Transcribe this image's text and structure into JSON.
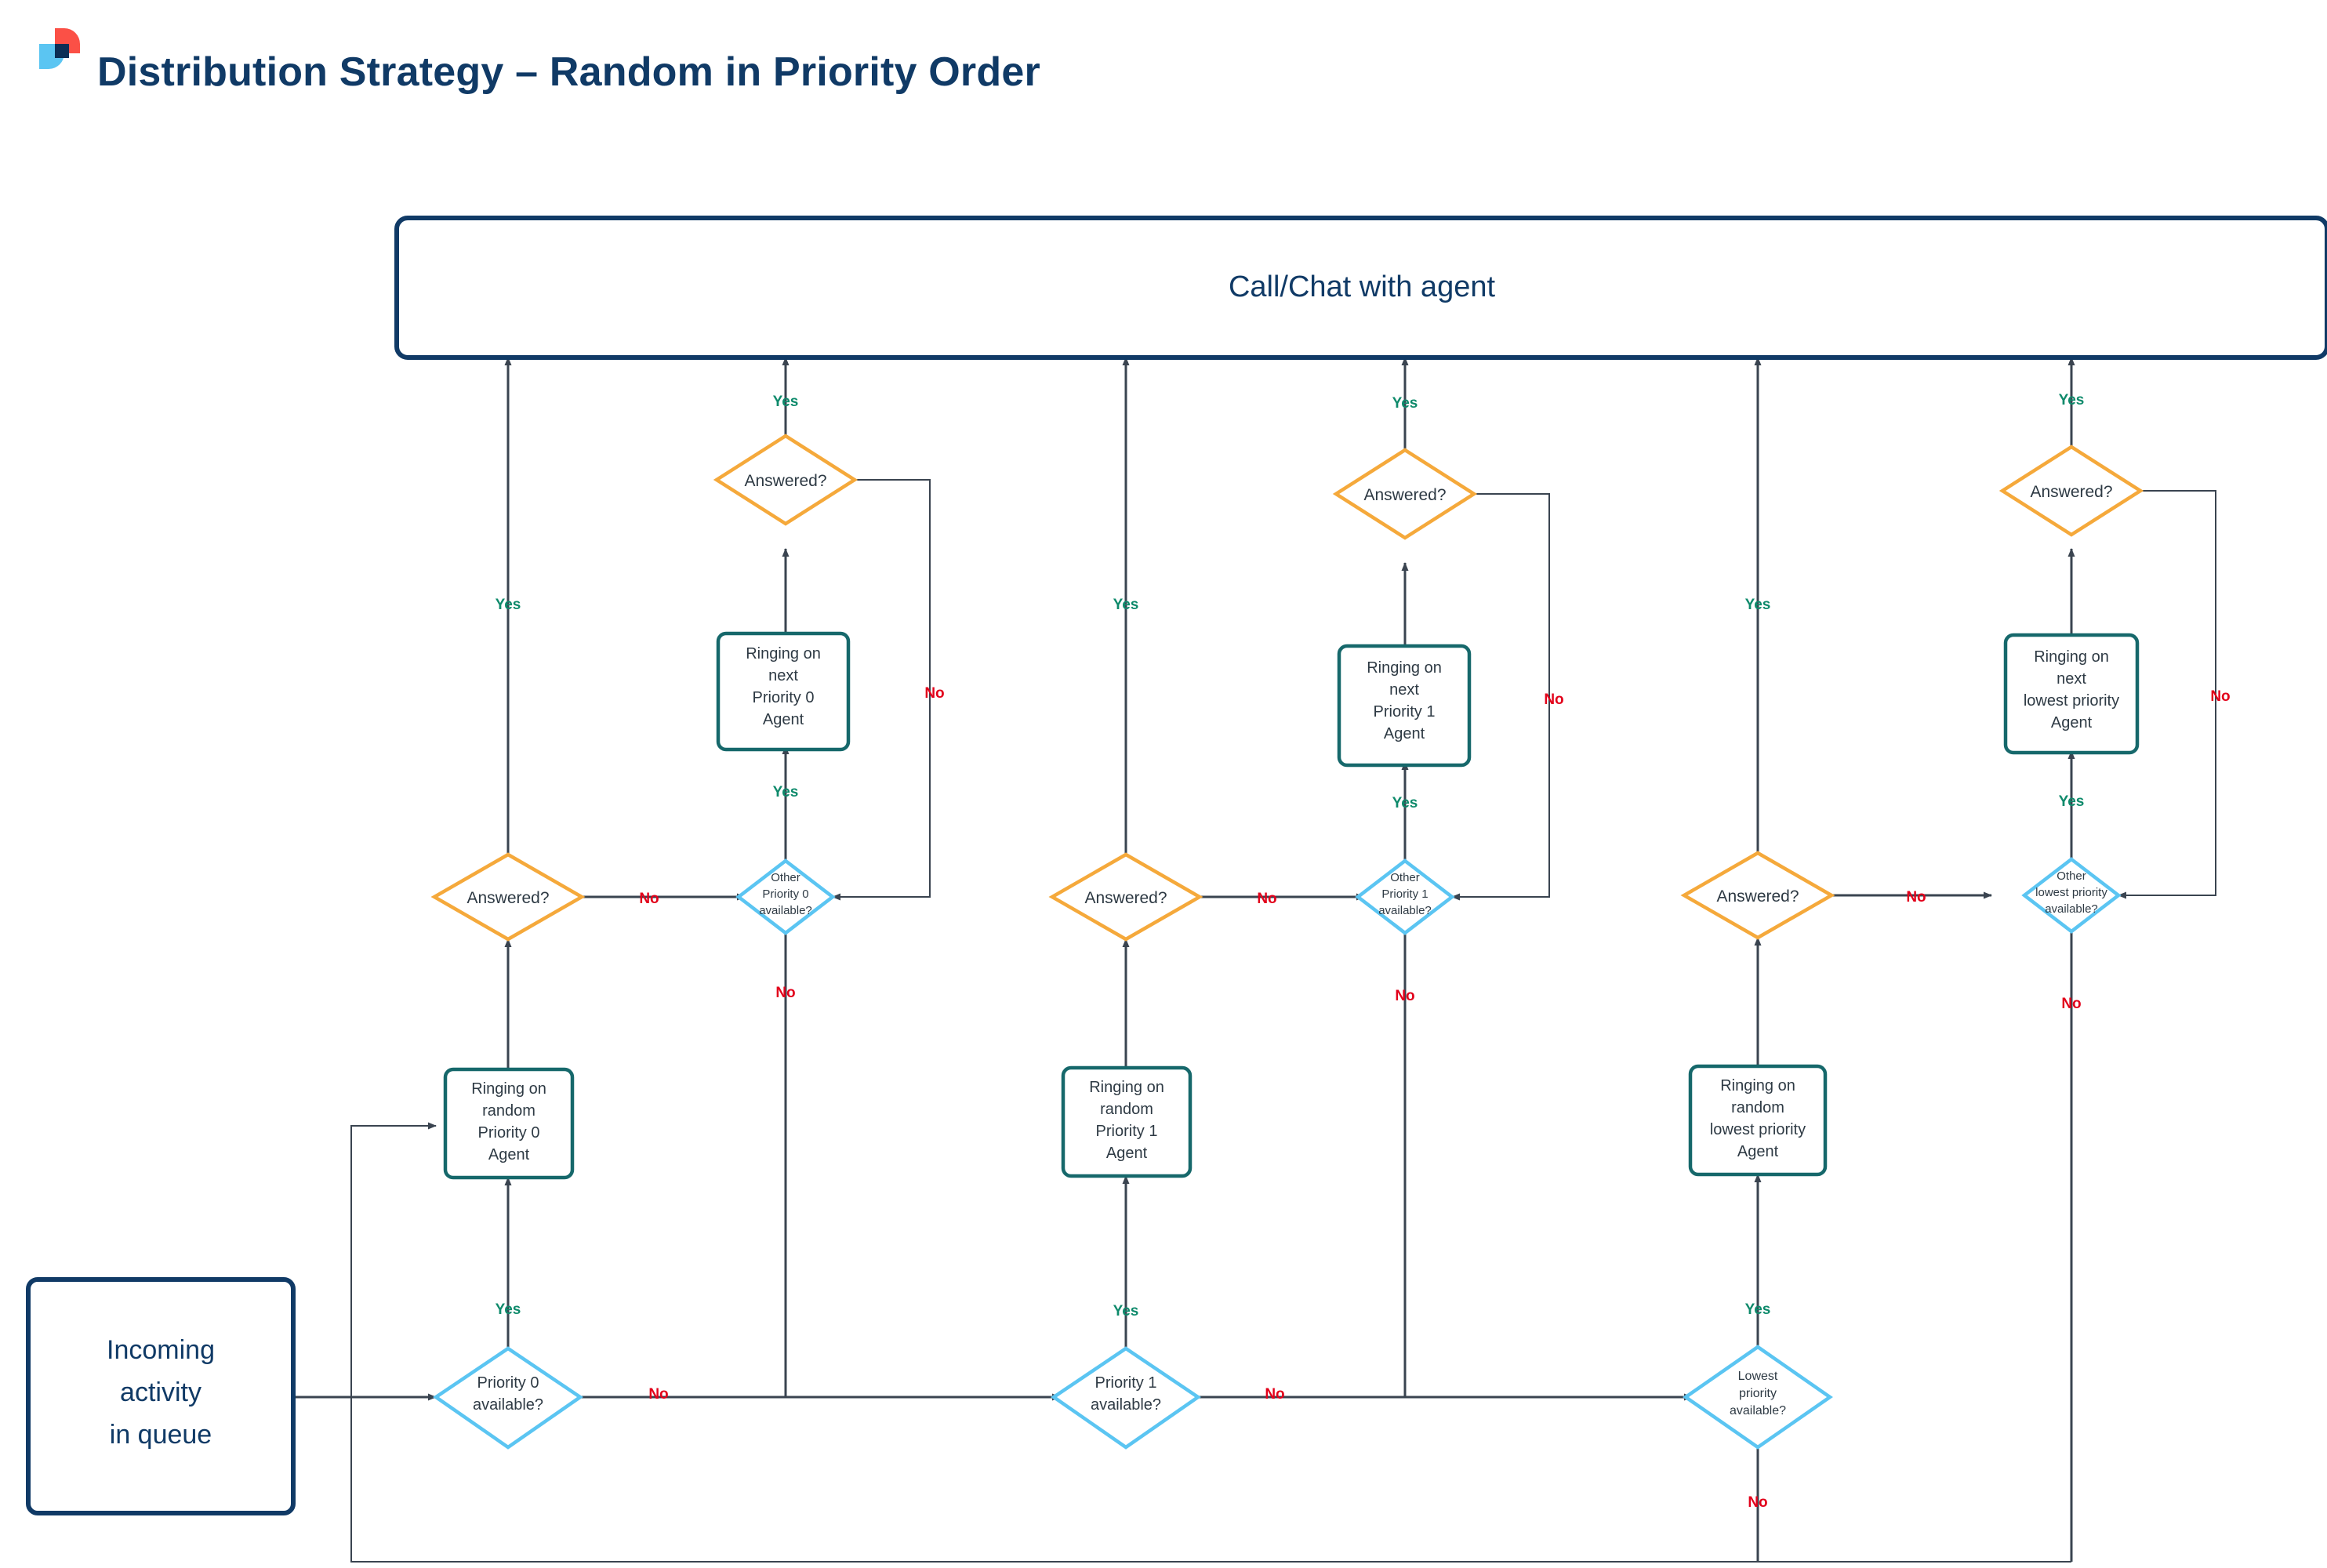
{
  "header": {
    "title": "Distribution Strategy – Random in Priority Order",
    "logo_name": "brand-logo",
    "logo_colors": {
      "red": "#FB5046",
      "light_blue": "#5BC5F2",
      "navy": "#0B2E55"
    }
  },
  "palette": {
    "navy": "#103A66",
    "teal": "#16686B",
    "light_blue": "#5BC5F2",
    "orange": "#F5A93B",
    "yes_green": "#0E8A6B",
    "no_red": "#E2001A",
    "edge_gray": "#3A4450",
    "text_gray": "#2E3A44",
    "background": "#FFFFFF"
  },
  "labels": {
    "yes": "Yes",
    "no": "No"
  },
  "nodes": {
    "terminal_top": "Call/Chat with agent",
    "terminal_start": "Incoming\nactivity\nin queue",
    "start_line1": "Incoming",
    "start_line2": "activity",
    "start_line3": "in queue",
    "answered": "Answered?"
  },
  "columns": [
    {
      "id": "priority-0",
      "available_q": {
        "line1": "Priority 0",
        "line2": "available?"
      },
      "ringing_random": {
        "line1": "Ringing on",
        "line2": "random",
        "line3": "Priority 0",
        "line4": "Agent"
      },
      "answered_q": "Answered?",
      "other_available_q": {
        "line1": "Other",
        "line2": "Priority 0",
        "line3": "available?"
      },
      "ringing_next": {
        "line1": "Ringing on",
        "line2": "next",
        "line3": "Priority 0",
        "line4": "Agent"
      },
      "answered_q2": "Answered?"
    },
    {
      "id": "priority-1",
      "available_q": {
        "line1": "Priority 1",
        "line2": "available?"
      },
      "ringing_random": {
        "line1": "Ringing on",
        "line2": "random",
        "line3": "Priority 1",
        "line4": "Agent"
      },
      "answered_q": "Answered?",
      "other_available_q": {
        "line1": "Other",
        "line2": "Priority 1",
        "line3": "available?"
      },
      "ringing_next": {
        "line1": "Ringing on",
        "line2": "next",
        "line3": "Priority 1",
        "line4": "Agent"
      },
      "answered_q2": "Answered?"
    },
    {
      "id": "lowest-priority",
      "available_q": {
        "line1": "Lowest",
        "line2": "priority",
        "line3": "available?"
      },
      "ringing_random": {
        "line1": "Ringing on",
        "line2": "random",
        "line3": "lowest priority",
        "line4": "Agent"
      },
      "answered_q": "Answered?",
      "other_available_q": {
        "line1": "Other",
        "line2": "lowest priority",
        "line3": "available?"
      },
      "ringing_next": {
        "line1": "Ringing on",
        "line2": "next",
        "line3": "lowest priority",
        "line4": "Agent"
      },
      "answered_q2": "Answered?"
    }
  ],
  "edge_labels": {
    "c0_avail_yes": "Yes",
    "c0_avail_no": "No",
    "c0_ans_yes": "Yes",
    "c0_ans_no": "No",
    "c0_other_yes": "Yes",
    "c0_other_no": "No",
    "c0_ans2_yes": "Yes",
    "c0_ans2_no": "No",
    "c1_avail_yes": "Yes",
    "c1_avail_no": "No",
    "c1_ans_yes": "Yes",
    "c1_ans_no": "No",
    "c1_other_yes": "Yes",
    "c1_other_no": "No",
    "c1_ans2_yes": "Yes",
    "c1_ans2_no": "No",
    "c2_avail_yes": "Yes",
    "c2_avail_no": "No",
    "c2_ans_yes": "Yes",
    "c2_ans_no": "No",
    "c2_other_yes": "Yes",
    "c2_other_no": "No",
    "c2_ans2_yes": "Yes",
    "c2_ans2_no": "No"
  }
}
